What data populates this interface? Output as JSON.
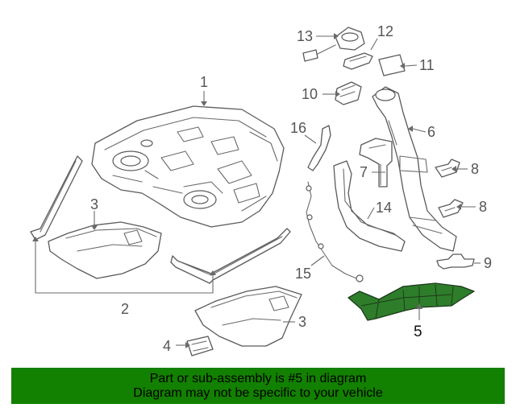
{
  "callouts": {
    "c1": "1",
    "c2": "2",
    "c3a": "3",
    "c3b": "3",
    "c4": "4",
    "c5": "5",
    "c6": "6",
    "c7": "7",
    "c8a": "8",
    "c8b": "8",
    "c9": "9",
    "c10": "10",
    "c11": "11",
    "c12": "12",
    "c13": "13",
    "c14": "14",
    "c15": "15",
    "c16": "16"
  },
  "highlighted_part": "5",
  "colors": {
    "highlight": "#2e7d2a",
    "banner": "#128000"
  },
  "banner": {
    "line1": "Part or sub-assembly is #5 in diagram",
    "line2": "Diagram may not be specific to your vehicle"
  }
}
